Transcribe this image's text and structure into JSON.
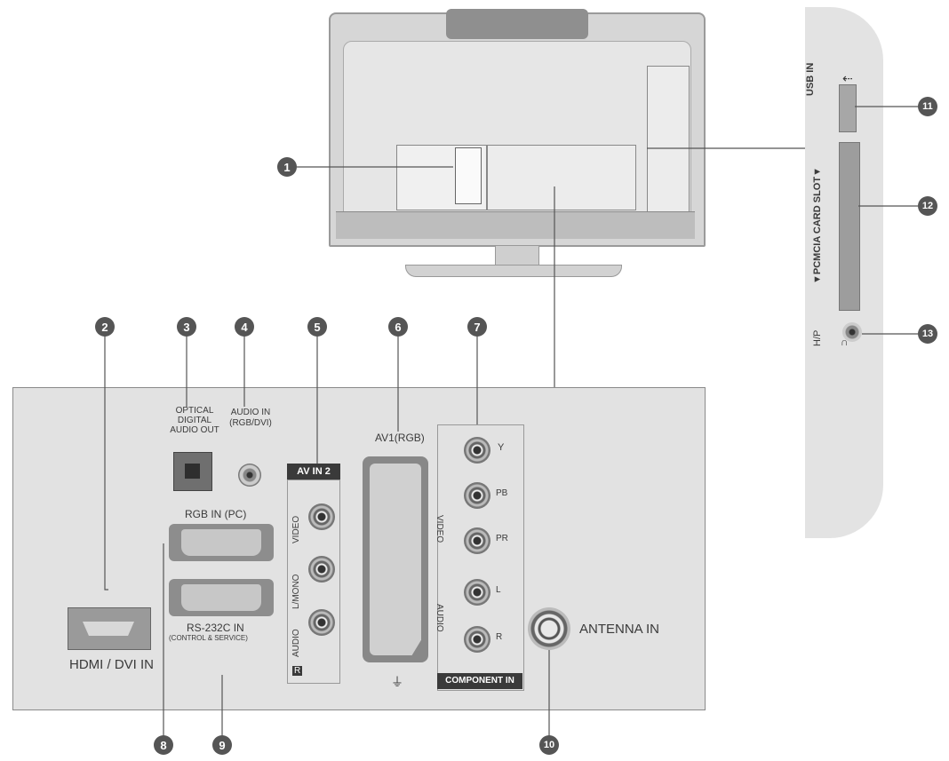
{
  "callouts": [
    "1",
    "2",
    "3",
    "4",
    "5",
    "6",
    "7",
    "8",
    "9",
    "10",
    "11",
    "12",
    "13"
  ],
  "side_panel": {
    "usb_label": "USB IN",
    "usb_icon": "usb-icon",
    "pcmcia_label": "▼PCMCIA CARD SLOT▼",
    "hp_label": "H/P",
    "headphone_icon": "headphone-icon"
  },
  "rear_panel": {
    "hdmi_label": "HDMI / DVI IN",
    "optical_label_1": "OPTICAL",
    "optical_label_2": "DIGITAL",
    "optical_label_3": "AUDIO OUT",
    "audio_in_label_1": "AUDIO IN",
    "audio_in_label_2": "(RGB/DVI)",
    "av_in2_label": "AV IN 2",
    "video_label": "VIDEO",
    "mono_label": "L/MONO",
    "audio_label": "AUDIO",
    "r_label": "R",
    "av1_label": "AV1(RGB)",
    "rgb_in_label": "RGB IN (PC)",
    "rs232_label": "RS-232C IN",
    "rs232_sub": "(CONTROL & SERVICE)",
    "component_y": "Y",
    "component_pb": "PB",
    "component_pr": "PR",
    "component_video": "VIDEO",
    "component_audio": "AUDIO",
    "component_l": "L",
    "component_r": "R",
    "component_in_label": "COMPONENT IN",
    "antenna_label": "ANTENNA IN"
  },
  "colors": {
    "callout": "#555555",
    "panel": "#e2e2e2",
    "tv_body": "#dcdcdc",
    "label_dark": "#3a3a3a"
  }
}
